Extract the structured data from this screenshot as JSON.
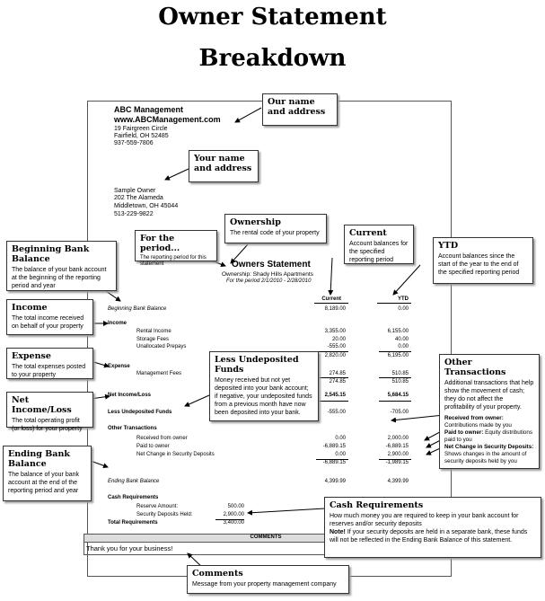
{
  "title": {
    "line1": "Owner Statement",
    "line2": "Breakdown"
  },
  "company": {
    "name": "ABC Management",
    "web": "www.ABCManagement.com",
    "street": "19 Fairgreen Circle",
    "city": "Fairfield, OH 52485",
    "phone": "937-559-7806"
  },
  "owner": {
    "name": "Sample Owner",
    "street": "202 The Alameda",
    "city": "Middletown, OH 45044",
    "phone": "513-229-9822"
  },
  "statement": {
    "heading": "Owners Statement",
    "ownership": "Ownership: Shady Hills Apartments",
    "period": "For the period 2/1/2010 - 2/28/2010",
    "col_current": "Current",
    "col_ytd": "YTD"
  },
  "rows": {
    "beginning_label": "Beginning Bank Balance",
    "beginning_current": "8,189.00",
    "beginning_ytd": "0.00",
    "income_label": "Income",
    "rental_label": "Rental Income",
    "rental_current": "3,355.00",
    "rental_ytd": "6,155.00",
    "storage_label": "Storage Fees",
    "storage_current": "20.00",
    "storage_ytd": "40.00",
    "unalloc_label": "Unallocated Prepays",
    "unalloc_current": "-555.00",
    "unalloc_ytd": "0.00",
    "income_total_current": "2,820.00",
    "income_total_ytd": "6,195.00",
    "expense_label": "Expense",
    "mgmt_label": "Management Fees",
    "mgmt_current": "274.85",
    "mgmt_ytd": "510.85",
    "expense_total_current": "274.85",
    "expense_total_ytd": "510.85",
    "net_label": "Net Income/Loss",
    "net_current": "2,545.15",
    "net_ytd": "5,684.15",
    "lud_label": "Less Undeposited Funds",
    "lud_current": "-555.00",
    "lud_ytd": "-705.00",
    "other_label": "Other Transactions",
    "recv_label": "Received from owner",
    "recv_current": "0.00",
    "recv_ytd": "2,000.00",
    "paid_label": "Paid to owner",
    "paid_current": "-6,889.15",
    "paid_ytd": "-6,889.15",
    "netdep_label": "Net Change in Security Deposits",
    "netdep_current": "0.00",
    "netdep_ytd": "2,900.00",
    "other_total_current": "-6,889.15",
    "other_total_ytd": "-1,989.15",
    "ending_label": "Ending Bank Balance",
    "ending_current": "4,399.99",
    "ending_ytd": "4,399.99",
    "cashreq_label": "Cash Requirements",
    "reserve_label": "Reserve Amount:",
    "reserve_value": "500.00",
    "secdep_label": "Security Deposits Held:",
    "secdep_value": "2,900.00",
    "totalreq_label": "Total Requirements",
    "totalreq_value": "3,400.00",
    "comments_header": "COMMENTS",
    "comments_text": "Thank you for your business!"
  },
  "callouts": {
    "name_address": {
      "title": "Our name and address"
    },
    "your_name": {
      "title": "Your name and address"
    },
    "ownership": {
      "title": "Ownership",
      "body": "The rental code of your property"
    },
    "period": {
      "title": "For the period...",
      "body": "The reporting period for this statement"
    },
    "current": {
      "title": "Current",
      "body": "Account balances for the specified reporting period"
    },
    "ytd": {
      "title": "YTD",
      "body": "Account balances since the start of the year to the end of the specified reporting period"
    },
    "beginning": {
      "title": "Beginning Bank Balance",
      "body": "The balance of your bank account at the beginning of the reporting period and year"
    },
    "income": {
      "title": "Income",
      "body": "The total income received on behalf of your property"
    },
    "expense": {
      "title": "Expense",
      "body": "The total expenses posted to your property"
    },
    "net": {
      "title": "Net Income/Loss",
      "body": "The total operating profit (or loss) for your property"
    },
    "ending": {
      "title": "Ending Bank Balance",
      "body": "The balance of your bank account at the end of the reporting period and year"
    },
    "lud": {
      "title": "Less Undeposited Funds",
      "body": "Money received but not yet deposited into your bank account; if negative, your undeposited funds from a previous month have now been deposited into your bank."
    },
    "other": {
      "title": "Other Transactions",
      "body": "Additional transactions that help show the movement of cash; they do not affect the profitability of your property.",
      "recv_term": "Received from owner:",
      "recv_def": "Contributions made by you",
      "paid_term": "Paid to owner:",
      "paid_def": "Equity distributions paid to you",
      "netdep_term": "Net Change in Security Deposits:",
      "netdep_def": "Shows changes in the amount of security deposits held by you"
    },
    "cashreq": {
      "title": "Cash Requirements",
      "body": "How much money you are required to keep in your bank account for reserves and/or security deposits",
      "note_label": "Note!",
      "note_text": " If your security deposits are held in a separate bank, these funds will not be reflected in the Ending Bank Balance of this statement."
    },
    "comments": {
      "title": "Comments",
      "body": "Message from your property management company"
    }
  }
}
